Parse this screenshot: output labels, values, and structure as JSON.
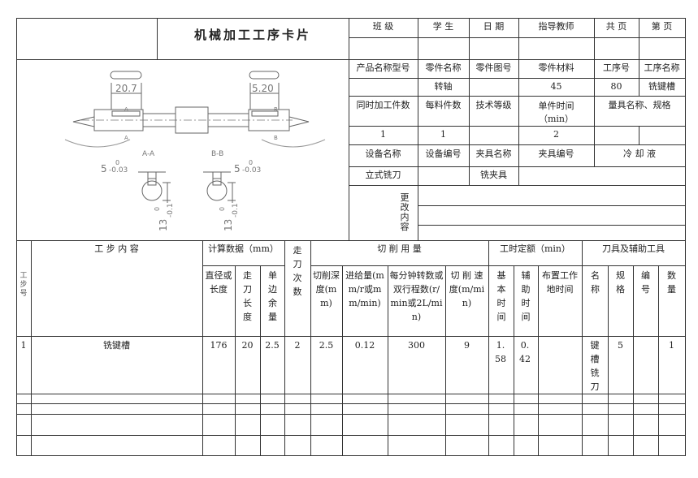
{
  "title": "机械加工工序卡片",
  "header": {
    "row1": [
      "班 级",
      "学 生",
      "日 期",
      "指导教师",
      "共 页",
      "第 页"
    ],
    "row2_labels": [
      "产品名称型号",
      "零件名称",
      "零件图号",
      "零件材料",
      "工序号",
      "工序名称"
    ],
    "row2_values": [
      "",
      "转轴",
      "",
      "45",
      "80",
      "铣键槽"
    ],
    "row3_labels": [
      "同时加工件数",
      "每料件数",
      "技术等级",
      "单件时间\n（min）",
      "量具名称、规格"
    ],
    "row3_values": [
      "1",
      "1",
      "",
      "2",
      "",
      ""
    ],
    "row4_labels": [
      "设备名称",
      "设备编号",
      "夹具名称",
      "夹具编号",
      "冷 却 液"
    ],
    "row4_values": [
      "立式铣刀",
      "",
      "铣夹具",
      "",
      ""
    ],
    "change_label": "更改内容"
  },
  "drawing": {
    "dim_left_top": "20.7",
    "dim_right_top": "5.20",
    "section_a": "A-A",
    "section_b": "B-B",
    "section_a_width": "5",
    "section_a_width_sup": "0",
    "section_a_width_sub": "-0.03",
    "section_b_width": "5",
    "section_b_width_sup": "0",
    "section_b_width_sub": "-0.03",
    "section_a_depth": "13",
    "section_a_depth_sup": "0",
    "section_a_depth_sub": "-0.1",
    "section_b_depth": "13",
    "section_b_depth_sup": "0",
    "section_b_depth_sub": "-0.1",
    "mark_a": "A",
    "mark_b": "B"
  },
  "lower": {
    "col0": "工步号",
    "step_content": "工 步 内 容",
    "calc_data": "计算数据（mm）",
    "passes": "走刀次数",
    "cutting": "切 削 用 量",
    "time_quota": "工时定额（min）",
    "tools": "刀具及辅助工具",
    "sub": [
      "直径或长度",
      "走刀长度",
      "单边余量",
      "切削深度(mm)",
      "进给量(mm/r或mm/min)",
      "每分钟转数或双行程数(r/min或2L/min)",
      "切 削 速 度(m/min)",
      "基本时间",
      "辅助时间",
      "布置工作地时间",
      "名称",
      "规格",
      "编号",
      "数量"
    ],
    "row1": [
      "1",
      "铣键槽",
      "176",
      "20",
      "2.5",
      "2",
      "2.5",
      "0.12",
      "300",
      "9",
      "1.58",
      "0.42",
      "",
      "键槽铣刀",
      "5",
      "",
      "1"
    ]
  }
}
